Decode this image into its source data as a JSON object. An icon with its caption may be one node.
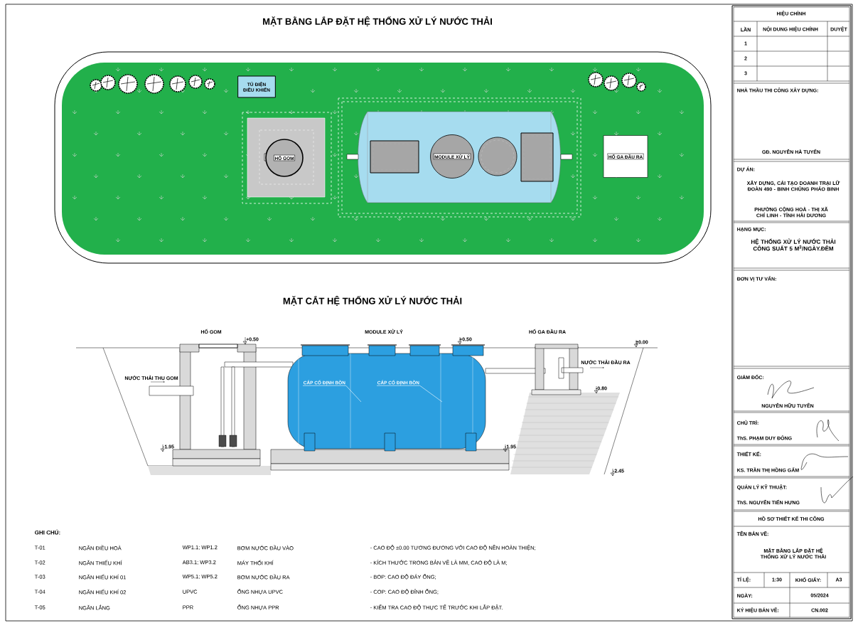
{
  "diagram": {
    "title": "MẶT BẰNG LẮP ĐẶT HỆ THỐNG XỬ LÝ NƯỚC THẢI",
    "nodes": [
      {
        "text": [
          "TỦ ĐIỆN ĐIỀU KHIỂN"
        ]
      },
      {
        "text": [
          "HỐ GOM"
        ]
      },
      {
        "text": [
          "MODULE XỬ LÝ"
        ]
      },
      {
        "text": [
          "HỐ GA ĐẦU RA"
        ]
      },
      {
        "text": [
          "CÁP CỐ ĐỊNH BỒN"
        ]
      },
      {
        "text": [
          "CÁP CỐ ĐỊNH BỒN"
        ]
      }
    ],
    "edges": [
      {
        "from": 4,
        "to": null,
        "arrow": "none"
      },
      {
        "from": 5,
        "to": null,
        "arrow": "none"
      }
    ],
    "labels": [
      "MẶT CẮT HỆ THỐNG XỬ LÝ NƯỚC THẢI",
      "HỐ GOM",
      "MODULE XỬ LÝ",
      "HỐ GA ĐẦU RA",
      "+0.50",
      "+0.50",
      "±0.00",
      "NƯỚC THẢI THU GOM",
      "NƯỚC THẢI ĐẦU RA",
      "-0.80",
      "-1.95",
      "-1.95",
      "-2.45",
      "GHI CHÚ:",
      "T-01",
      "NGĂN ĐIỀU HOÀ",
      "WP1.1; WP1.2",
      "BƠM NƯỚC ĐẦU VÀO",
      "- CAO ĐỘ ±0.00 TƯƠNG ĐƯƠNG VỚI CAO ĐỘ NỀN HOÀN THIỆN;",
      "T-02",
      "NGĂN THIẾU KHÍ",
      "AB3.1; WP3.2",
      "MÁY THỔI KHÍ",
      "- KÍCH THƯỚC TRONG BẢN VẼ LÀ MM, CAO ĐỘ LÀ M;",
      "T-03",
      "NGĂN HIẾU KHÍ 01",
      "WP5.1; WP5.2",
      "BƠM NƯỚC ĐẦU RA",
      "- BOP: CAO ĐỘ ĐÁY ỐNG;",
      "T-04",
      "NGĂN HIẾU KHÍ 02",
      "UPVC",
      "ỐNG NHỰA UPVC",
      "- COP: CAO ĐỘ ĐỈNH ỐNG;",
      "T-05",
      "NGĂN LẮNG",
      "PPR",
      "ỐNG NHỰA PPR",
      "- KIỂM TRA CAO ĐỘ THỰC TẾ TRƯỚC KHI LẮP ĐẶT.",
      "HIỆU CHỈNH",
      "LẦN",
      "NỘI DUNG HIỆU CHỈNH",
      "DUYỆT",
      "1",
      "2",
      "3",
      "NHÀ THẦU THI CÔNG XÂY DỰNG:",
      "GĐ. NGUYỄN HÀ TUYỂN",
      "DỰ ÁN:",
      "XÂY DỰNG, CẢI TẠO DOANH TRẠI LỮ ĐOÀN 490 - BINH CHỦNG PHÁO BINH",
      "PHƯỜNG CỘNG HOÀ - THỊ XÃ CHÍ LINH - TỈNH HẢI DƯƠNG",
      "HẠNG MỤC:",
      "HỆ THỐNG XỬ LÝ NƯỚC THẢI CÔNG SUẤT 5 M$^{3}$/NGÀY.ĐÊM",
      "ĐƠN VỊ TƯ VẤN:",
      "GIÁM ĐỐC:",
      "NGUYỄN HỮU TUYÊN",
      "CHỦ TRÌ:",
      "ThS. PHẠM DUY ĐÔNG",
      "THIẾT KẾ:",
      "KS. TRẦN THỊ HỒNG GẤM",
      "QUẢN LÝ KỸ THUẬT:",
      "ThS. NGUYỄN TIẾN HƯNG",
      "HỒ SƠ THIẾT KẾ THI CÔNG",
      "TÊN BẢN VẼ:",
      "MẶT BẰNG LẮP ĐẶT HỆ THỐNG XỬ LÝ NƯỚC THẢI",
      "TỈ LỆ:",
      "1:30",
      "KHỔ GIẤY:",
      "A3",
      "NGÀY:",
      "05/2024",
      "KÝ HIỆU BẢN VẼ:",
      "CN.002"
    ]
  }
}
